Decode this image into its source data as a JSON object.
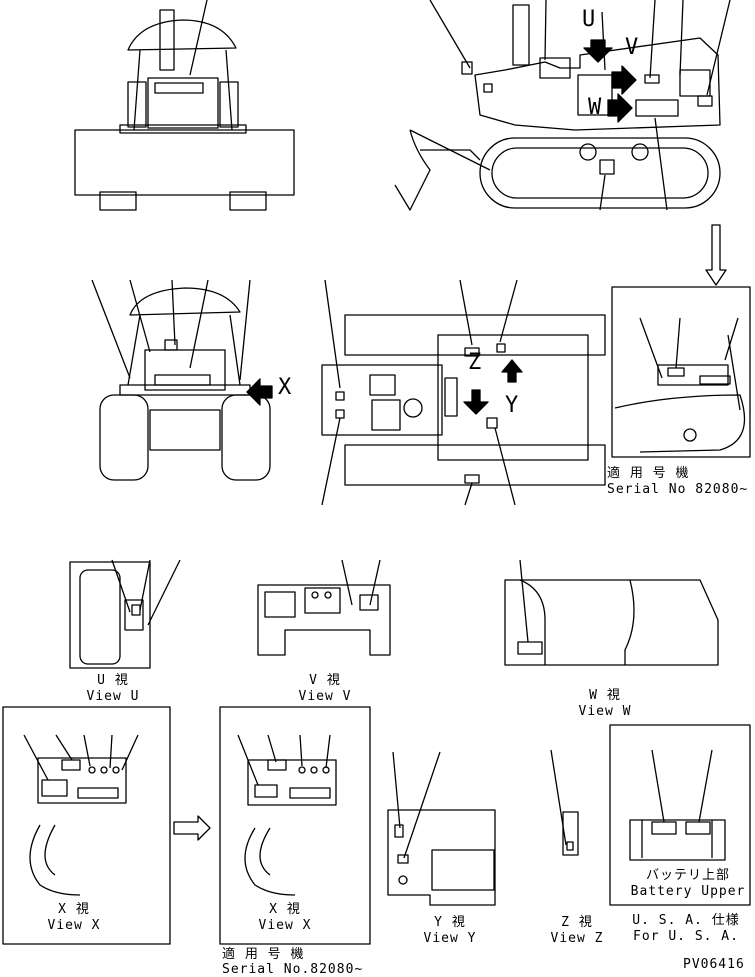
{
  "view_letters": {
    "u": "U",
    "v": "V",
    "w": "W",
    "x": "X",
    "y": "Y",
    "z": "Z"
  },
  "captions": {
    "view_u_jp": "U 視",
    "view_u_en": "View U",
    "view_v_jp": "V 視",
    "view_v_en": "View V",
    "view_w_jp": "W 視",
    "view_w_en": "View W",
    "view_x1_jp": "X 視",
    "view_x1_en": "View X",
    "view_x2_jp": "X 視",
    "view_x2_en": "View X",
    "view_y_jp": "Y 視",
    "view_y_en": "View Y",
    "view_z_jp": "Z 視",
    "view_z_en": "View Z",
    "usa_jp": "U. S. A. 仕様",
    "usa_en": "For U. S. A."
  },
  "serial_notes": {
    "upper_jp": "適 用 号 機",
    "upper_en": "Serial No 82080~",
    "lower_jp": "適 用 号 機",
    "lower_en": "Serial No.82080~"
  },
  "battery": {
    "jp": "バッテリ上部",
    "en": "Battery Upper"
  },
  "drawing_number": "PV06416"
}
